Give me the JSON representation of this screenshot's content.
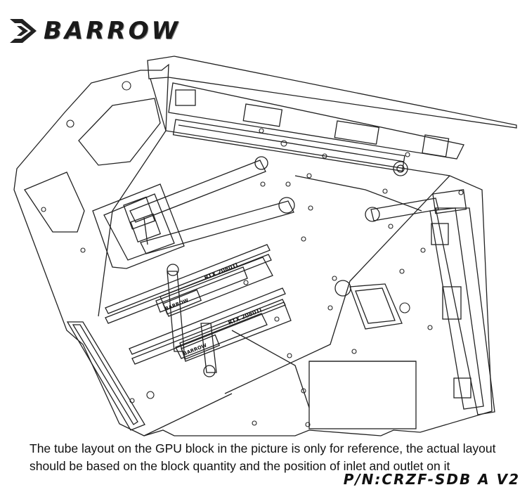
{
  "brand": {
    "name": "BARROW",
    "logo": "barrow-chevron-logo"
  },
  "diagram": {
    "gpu_labels": [
      "RTX 2080Ti",
      "RTX 2080Ti"
    ],
    "block_labels": [
      "BARROW",
      "BARROW"
    ],
    "icons": [
      "gpu-block-icon",
      "tube-icon",
      "pump-icon",
      "reservoir-icon"
    ]
  },
  "caption": {
    "line1": "The tube layout on the GPU block in the picture is only for reference, the actual layout",
    "line2": "should be based on the block quantity and the position of inlet and outlet on it"
  },
  "part_number": "P/N:CRZF-SDB A V2"
}
